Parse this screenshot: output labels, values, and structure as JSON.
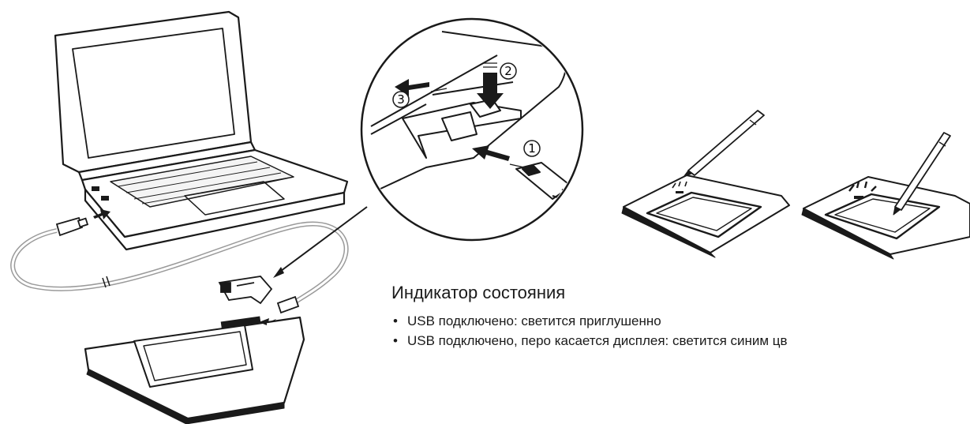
{
  "steps": [
    {
      "number": "①",
      "icon": "usb-plug-icon"
    },
    {
      "number": "②",
      "icon": "press-down-arrow-icon"
    },
    {
      "number": "③",
      "icon": "slide-left-arrow-icon"
    }
  ],
  "status_indicator": {
    "title": "Индикатор состояния",
    "items": [
      "USB подключено: светится приглушенно",
      "USB подключено, перо касается дисплея: светится синим цв"
    ]
  },
  "colors": {
    "line": "#1a1a1a",
    "background": "#ffffff",
    "cable": "#9a9a9a"
  }
}
